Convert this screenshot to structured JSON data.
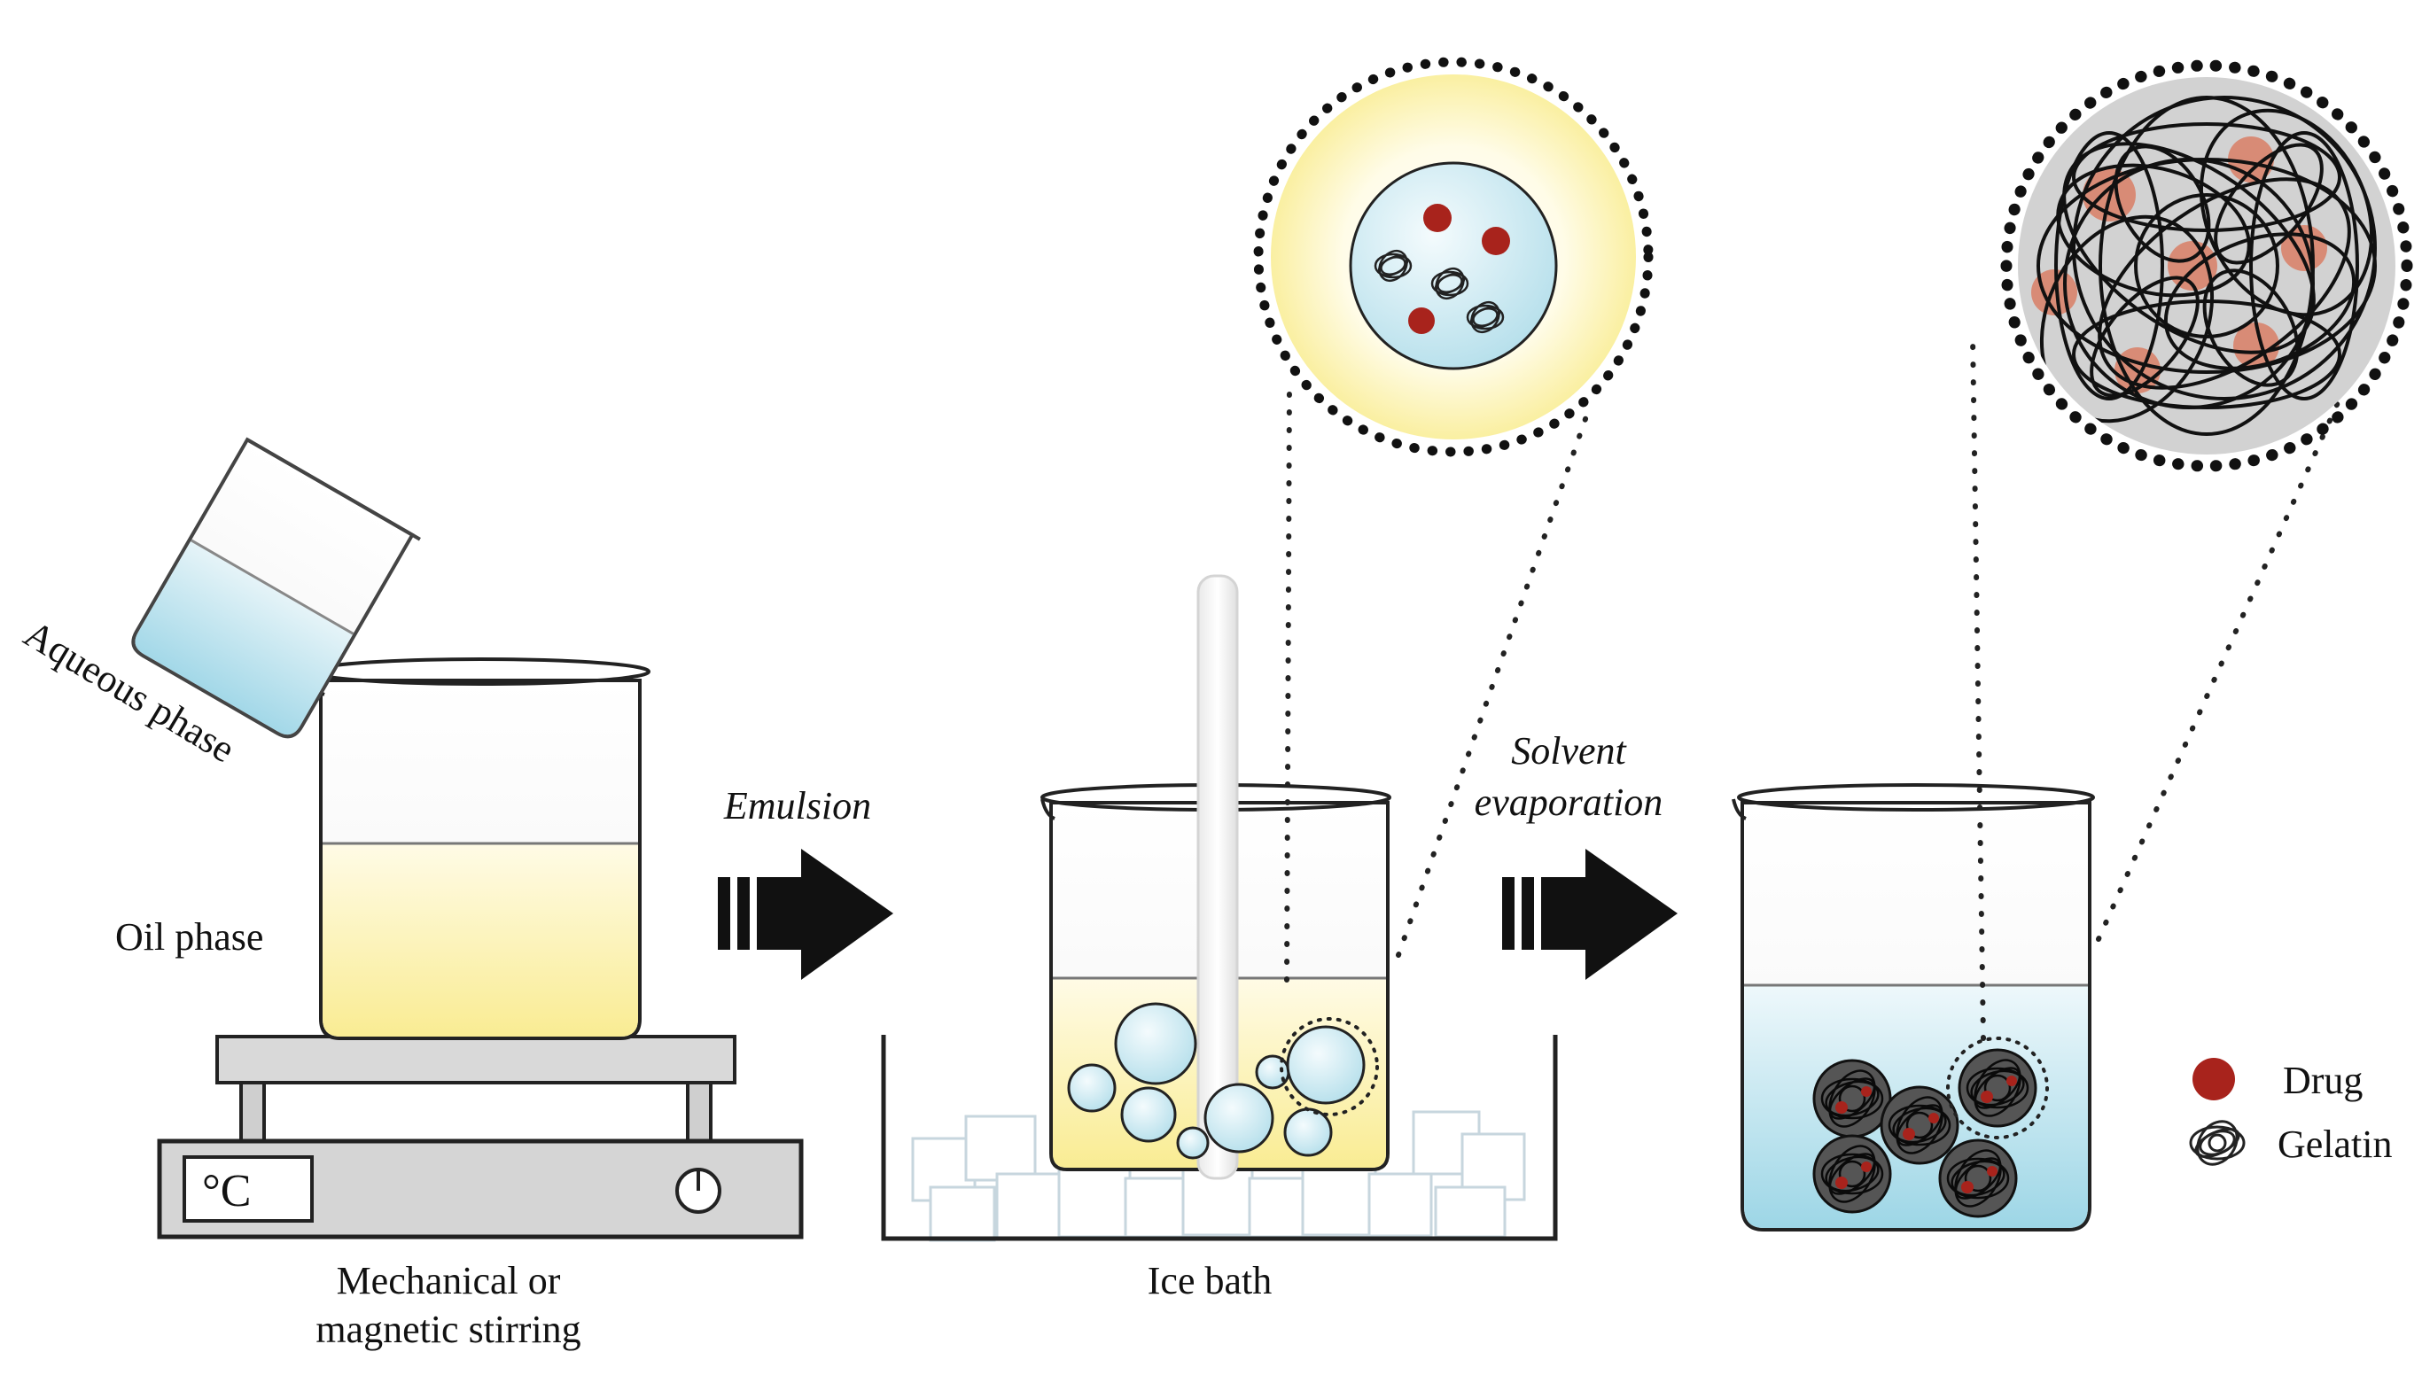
{
  "labels": {
    "aqueous_phase": "Aqueous phase",
    "oil_phase": "Oil phase",
    "thermostat": "°C",
    "stirring_line1": "Mechanical or",
    "stirring_line2": "magnetic stirring",
    "emulsion": "Emulsion",
    "ice_bath": "Ice bath",
    "solvent_line1": "Solvent",
    "solvent_line2": "evaporation"
  },
  "legend": [
    {
      "label": "Drug",
      "symbol": "drug-dot"
    },
    {
      "label": "Gelatin",
      "symbol": "gelatin-coil"
    }
  ],
  "colors": {
    "oil_yellow": "#fbf2b0",
    "aqueous_blue": "#a9dbe8",
    "drug_red": "#a8231c",
    "drug_faded": "#e29a86",
    "outline": "#1a1a1a",
    "hotplate_gray": "#d7d7d7"
  }
}
